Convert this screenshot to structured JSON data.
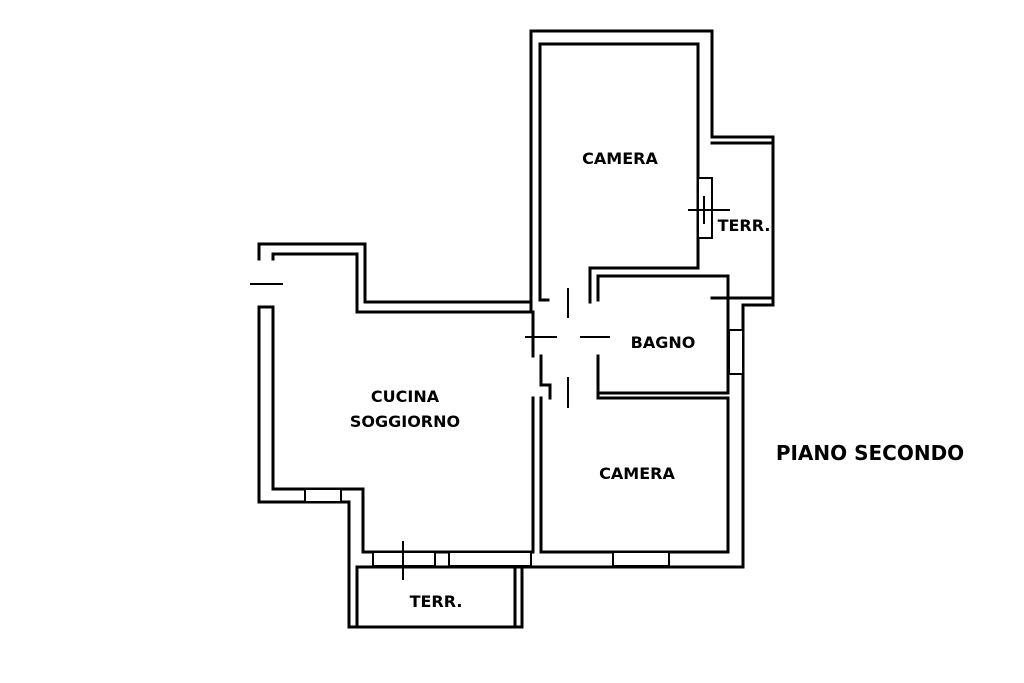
{
  "plan": {
    "rooms": {
      "camera_top": "CAMERA",
      "terrace_right": "TERR.",
      "bathroom": "BAGNO",
      "kitchen_line1": "CUCINA",
      "kitchen_line2": "SOGGIORNO",
      "camera_bottom": "CAMERA",
      "terrace_bottom": "TERR."
    },
    "floor_title": "PIANO SECONDO"
  }
}
